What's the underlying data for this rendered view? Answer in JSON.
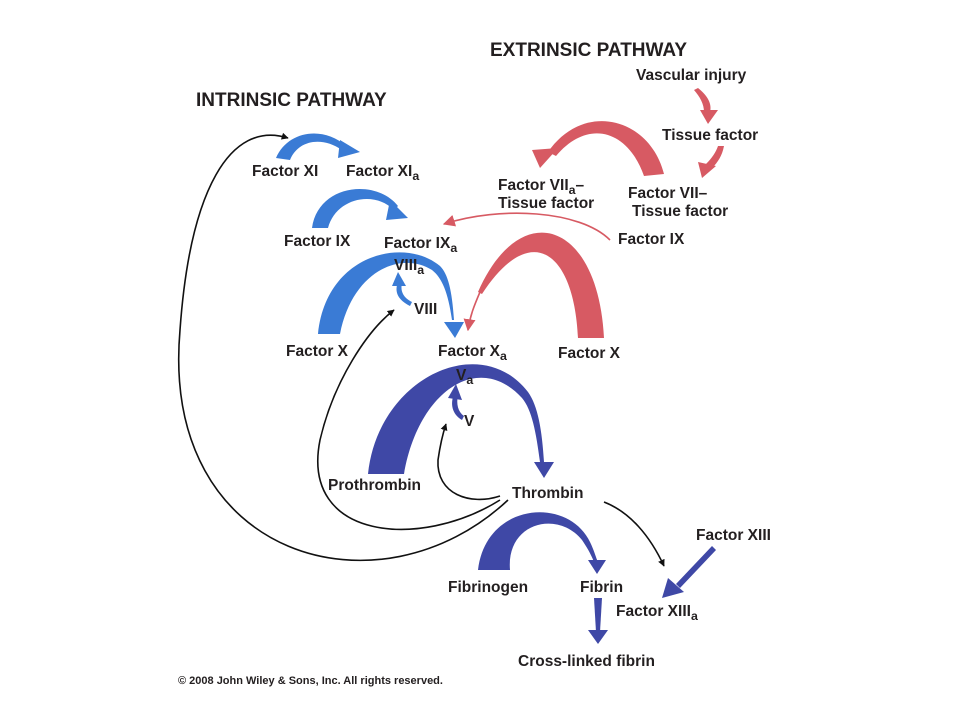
{
  "colors": {
    "intrinsic": "#3a7bd5",
    "common": "#3f48a6",
    "extrinsic": "#d75a63",
    "text": "#231f20",
    "feedback": "#111111"
  },
  "titles": {
    "extrinsic": "EXTRINSIC PATHWAY",
    "intrinsic": "INTRINSIC PATHWAY"
  },
  "nodes": {
    "vascular_injury": "Vascular injury",
    "tissue_factor": "Tissue factor",
    "factor_viia_tf": {
      "line1": "Factor VII",
      "sub": "a",
      "line1_tail": "–",
      "line2": "Tissue factor"
    },
    "factor_vii_tf": {
      "line1": "Factor VII–",
      "line2": "Tissue factor"
    },
    "factor_ix_ext": "Factor IX",
    "factor_x_ext": "Factor X",
    "factor_xi": "Factor XI",
    "factor_xia": {
      "base": "Factor XI",
      "sub": "a"
    },
    "factor_ix": "Factor IX",
    "factor_ixa": {
      "base": "Factor IX",
      "sub": "a"
    },
    "viiia": {
      "base": "VIII",
      "sub": "a"
    },
    "viii": "VIII",
    "factor_x": "Factor X",
    "factor_xa": {
      "base": "Factor X",
      "sub": "a"
    },
    "va": {
      "base": "V",
      "sub": "a"
    },
    "v": "V",
    "prothrombin": "Prothrombin",
    "thrombin": "Thrombin",
    "fibrinogen": "Fibrinogen",
    "fibrin": "Fibrin",
    "factor_xiii": "Factor XIII",
    "factor_xiiia": {
      "base": "Factor XIII",
      "sub": "a"
    },
    "cross_linked_fibrin": "Cross-linked fibrin"
  },
  "copyright": "© 2008 John Wiley & Sons, Inc. All rights reserved."
}
